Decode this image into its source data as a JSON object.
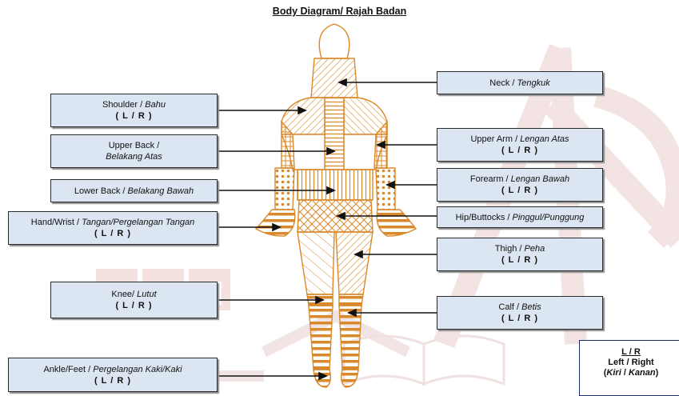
{
  "title": "Body Diagram/ Rajah Badan",
  "watermark": {
    "text": "UPM"
  },
  "colors": {
    "body_outline": "#d9892b",
    "box_fill": "#dce6f2",
    "legend_border": "#1a2a6c",
    "watermark": "#f4dede"
  },
  "labels": {
    "neck": {
      "en": "Neck /",
      "ms": "Tengkuk"
    },
    "shoulder": {
      "en": "Shoulder /",
      "ms": "Bahu",
      "side": "( L / R )"
    },
    "upper_back": {
      "en": "Upper Back /",
      "ms": "Belakang Atas"
    },
    "upper_arm": {
      "en": "Upper Arm /",
      "ms": "Lengan Atas",
      "side": "( L / R )"
    },
    "lower_back": {
      "en": "Lower Back /",
      "ms": "Belakang Bawah"
    },
    "forearm": {
      "en": "Forearm /",
      "ms": "Lengan Bawah",
      "side": "( L / R )"
    },
    "hand_wrist": {
      "en": "Hand/Wrist /",
      "ms": "Tangan/Pergelangan Tangan",
      "side": "( L / R )"
    },
    "hip_buttocks": {
      "en": "Hip/Buttocks /",
      "ms": "Pinggul/Punggung"
    },
    "thigh": {
      "en": "Thigh /",
      "ms": "Peha",
      "side": "( L / R )"
    },
    "knee": {
      "en": "Knee/",
      "ms": "Lutut",
      "side": "( L / R )"
    },
    "calf": {
      "en": "Calf /",
      "ms": "Betis",
      "side": "( L / R )"
    },
    "ankle_feet": {
      "en": "Ankle/Feet /",
      "ms": "Pergelangan Kaki/Kaki",
      "side": "( L / R )"
    }
  },
  "legend": {
    "abbr": "L / R",
    "en": "Left / Right",
    "ms_open": "(",
    "ms_left": "Kiri",
    "ms_sep": " / ",
    "ms_right": "Kanan",
    "ms_close": ")"
  }
}
